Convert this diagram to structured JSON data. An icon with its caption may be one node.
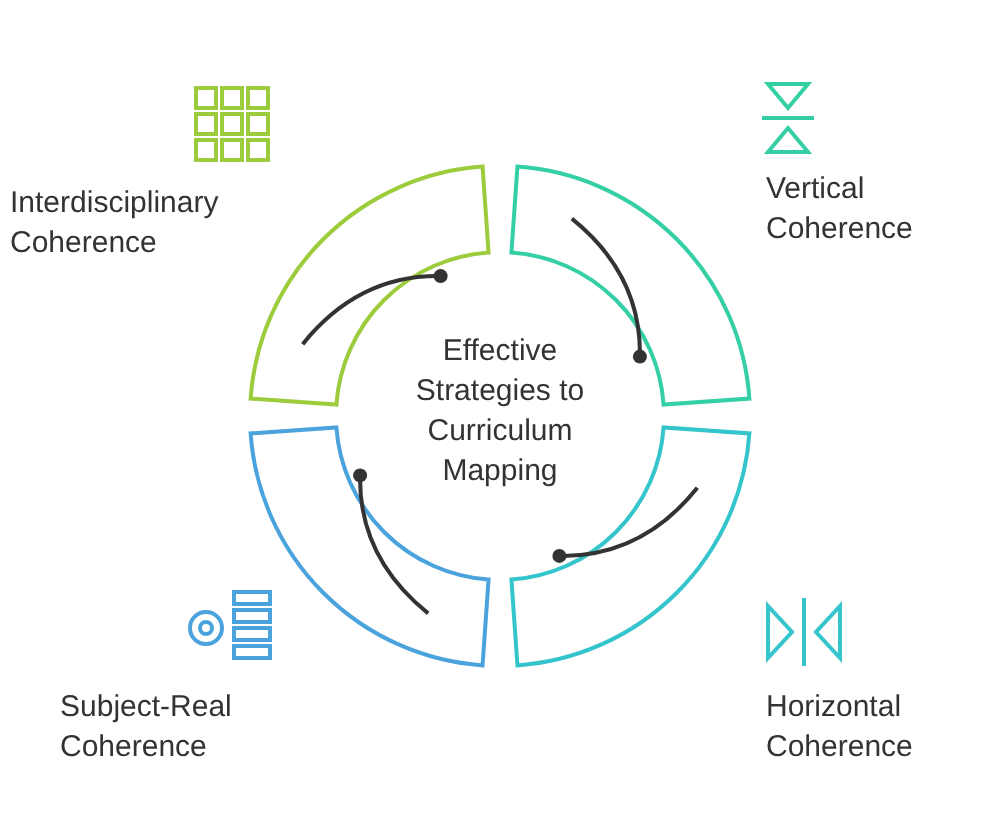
{
  "diagram": {
    "nodes": [
      {
        "text": [
          "Effective Strategies to Curriculum Mapping"
        ]
      },
      {
        "text": [
          "Interdisciplinary Coherence"
        ]
      },
      {
        "text": [
          "Vertical Coherence"
        ]
      },
      {
        "text": [
          "Subject-Real Coherence"
        ]
      },
      {
        "text": [
          "Horizontal Coherence"
        ]
      }
    ]
  }
}
